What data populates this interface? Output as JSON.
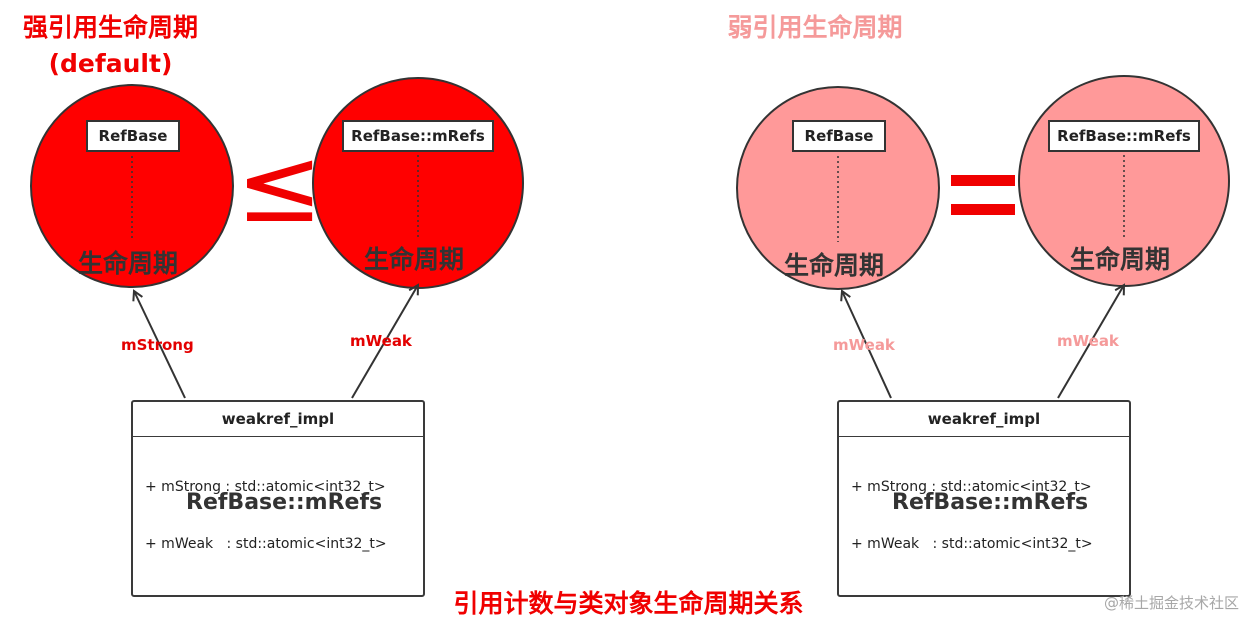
{
  "left": {
    "title_line1": "强引用生命周期",
    "title_line2": "(default)",
    "circle_a": {
      "box": "RefBase",
      "label": "生命周期"
    },
    "circle_b": {
      "box": "RefBase::mRefs",
      "label": "生命周期"
    },
    "relation": "≤",
    "edge_a": "mStrong",
    "edge_b": "mWeak",
    "class": {
      "name": "weakref_impl",
      "attrs": [
        "+ mStrong : std::atomic<int32_t>",
        "+ mWeak   : std::atomic<int32_t>"
      ]
    },
    "caption": "RefBase::mRefs",
    "fill_color": "#ff0000"
  },
  "right": {
    "title": "弱引用生命周期",
    "circle_a": {
      "box": "RefBase",
      "label": "生命周期"
    },
    "circle_b": {
      "box": "RefBase::mRefs",
      "label": "生命周期"
    },
    "relation": "=",
    "edge_a": "mWeak",
    "edge_b": "mWeak",
    "class": {
      "name": "weakref_impl",
      "attrs": [
        "+ mStrong : std::atomic<int32_t>",
        "+ mWeak   : std::atomic<int32_t>"
      ]
    },
    "caption": "RefBase::mRefs",
    "fill_color": "#ff9999"
  },
  "footer": "引用计数与类对象生命周期关系",
  "watermark": "@稀土掘金技术社区"
}
